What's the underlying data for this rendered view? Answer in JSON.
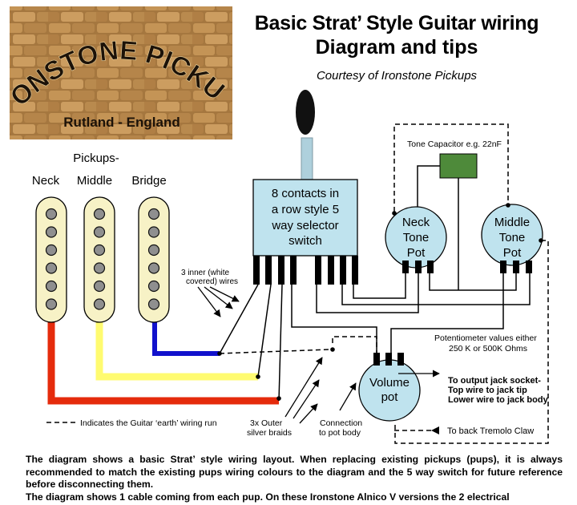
{
  "title": {
    "line1": "Basic Strat’ Style Guitar wiring",
    "line2": "Diagram and tips",
    "courtesy": "Courtesy of Ironstone Pickups"
  },
  "logo": {
    "brand": "IRONSTONE PICKUPS",
    "location": "Rutland - England"
  },
  "diagram": {
    "pickups_heading": "Pickups-",
    "pickup_names": [
      "Neck",
      "Middle",
      "Bridge"
    ],
    "switch": [
      "8 contacts in",
      "a row style 5",
      "way selector",
      "switch"
    ],
    "tone_capacitor": "Tone Capacitor e.g. 22nF",
    "neck_tone": [
      "Neck",
      "Tone",
      "Pot"
    ],
    "middle_tone": [
      "Middle",
      "Tone",
      "Pot"
    ],
    "volume": [
      "Volume",
      "pot"
    ],
    "inner_wires": [
      "3 inner (white",
      "covered) wires"
    ],
    "pot_values": [
      "Potentiometer values either",
      "250 K or 500K Ohms"
    ],
    "output_jack": [
      "To output jack socket-",
      "Top wire to jack tip",
      "Lower wire to jack body"
    ],
    "tremolo": "To back Tremolo Claw",
    "earth_legend": "Indicates the Guitar ‘earth’ wiring run",
    "outer_braids": [
      "3x Outer",
      "silver braids"
    ],
    "pot_body": [
      "Connection",
      "to pot body"
    ]
  },
  "footer": {
    "para1": "The diagram shows a basic Strat’ style wiring layout. When replacing existing pickups (pups), it is always recommended to match the existing pups wiring colours to the diagram and the 5 way switch for future reference before disconnecting them.",
    "para2": "The diagram shows 1 cable coming from each pup. On these Ironstone Alnico V versions the 2 electrical"
  },
  "colors": {
    "neck_wire": "#e52b0c",
    "middle_wire": "#fffb70",
    "bridge_wire": "#1111cc",
    "pickup_body": "#f7f2c6",
    "pole_piece": "#8f8f8f",
    "switch_body": "#bfe3ee",
    "pot_body": "#bfe3ee",
    "capacitor": "#4e8a3a",
    "knob": "#111111",
    "logo_stone": "#b7874b"
  }
}
